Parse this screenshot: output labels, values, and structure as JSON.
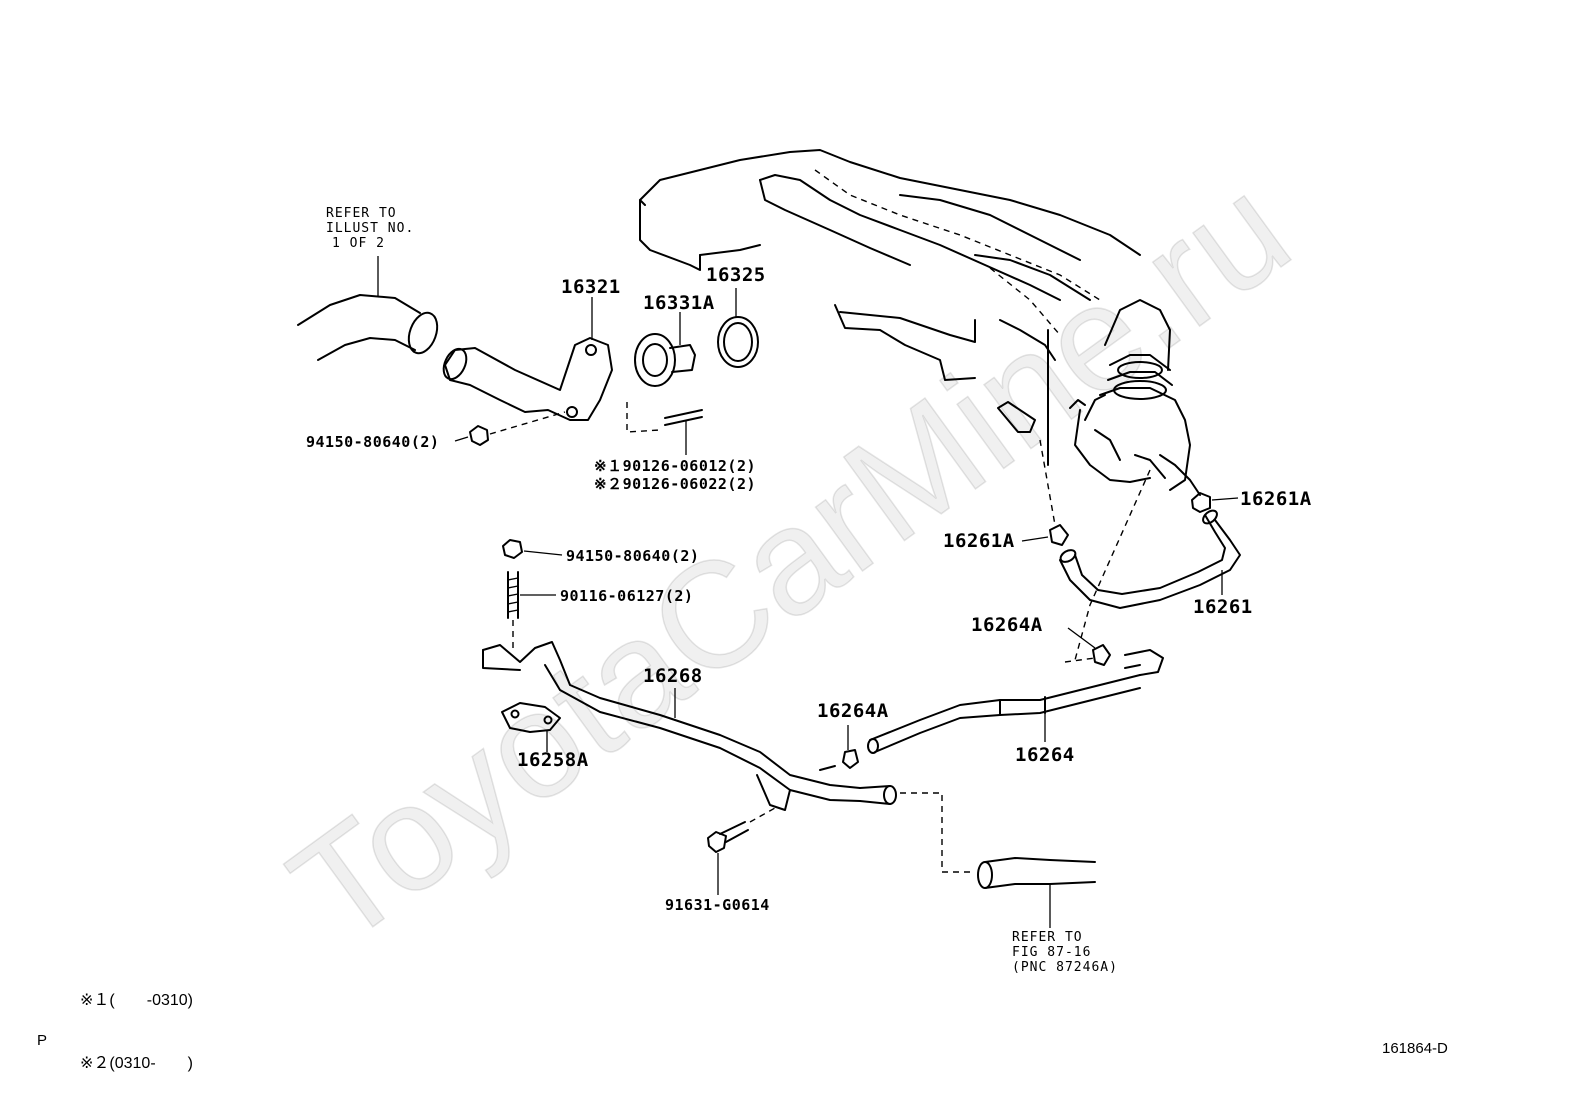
{
  "watermark": "ToyotaCarMine.ru",
  "notes": {
    "refer_top": [
      "REFER TO",
      "ILLUST NO.",
      "1 OF 2"
    ],
    "refer_bottom": [
      "REFER TO",
      "FIG 87-16",
      "(PNC 87246A)"
    ]
  },
  "parts": {
    "p16321": "16321",
    "p16331A": "16331A",
    "p16325": "16325",
    "bolt_94150_top": "94150-80640(2)",
    "stud_line1": "※１90126-06012(2)",
    "stud_line2": "※２90126-06022(2)",
    "nut_94150_mid": "94150-80640(2)",
    "stud_90116": "90116-06127(2)",
    "p16268": "16268",
    "p16258A": "16258A",
    "bolt_91631": "91631-G0614",
    "p16264A_low": "16264A",
    "p16264": "16264",
    "p16264A_up": "16264A",
    "p16261A_left": "16261A",
    "p16261A_right": "16261A",
    "p16261": "16261"
  },
  "legend": [
    "※１(　　-0310)",
    "※２(0310-　　)"
  ],
  "footer": {
    "left": "P",
    "right": "161864-D"
  }
}
